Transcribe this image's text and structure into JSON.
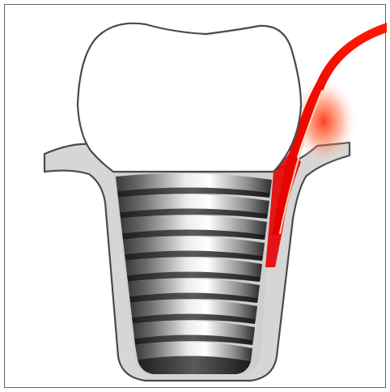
{
  "figure": {
    "subject": "dental-implant",
    "parts": [
      "crown",
      "gum-tissue",
      "threaded-implant-body",
      "laser-beam"
    ],
    "colors": {
      "background": "#ffffff",
      "frame": "#555555",
      "crown_fill": "#ffffff",
      "outline": "#4a4a4a",
      "gum_fill": "#d8d8d8",
      "thread_dark": "#2a2a2a",
      "thread_light": "#f2f2f2",
      "laser": "#e10000",
      "laser_core": "#ffd9b3"
    }
  }
}
